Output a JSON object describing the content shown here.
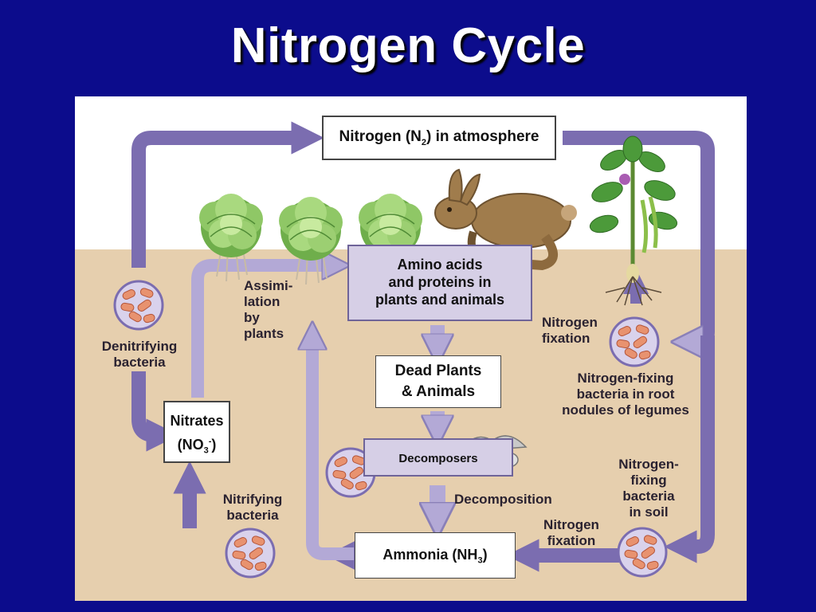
{
  "title": "Nitrogen Cycle",
  "nodes": {
    "atmosphere": {
      "pre": "Nitrogen (N",
      "sub": "2",
      "post": ") in atmosphere"
    },
    "amino": "Amino acids\nand proteins in\nplants and animals",
    "dead": "Dead Plants\n& Animals",
    "decomposers": "Decomposers",
    "ammonia": {
      "pre": "Ammonia (NH",
      "sub": "3",
      "post": ")"
    },
    "nitrates": {
      "line1": "Nitrates",
      "pre": "(NO",
      "sub": "3",
      "sup": "-",
      "post": ")"
    }
  },
  "labels": {
    "assimilation": "Assimi-\nlation\nby\nplants",
    "denitrifying": "Denitrifying\nbacteria",
    "nitrifying": "Nitrifying\nbacteria",
    "nitrogen_fixation_top": "Nitrogen\nfixation",
    "root_nodules": "Nitrogen-fixing\nbacteria in root\nnodules of legumes",
    "soil_bacteria": "Nitrogen-\nfixing\nbacteria\nin soil",
    "nitrogen_fixation_bottom": "Nitrogen\nfixation",
    "decomposition": "Decomposition"
  },
  "colors": {
    "background": "#0c0c8c",
    "soil": "#e6cfae",
    "arrow": "#7b6db0",
    "arrow_light": "#b3a9d6",
    "bacteria": "#e8926f"
  }
}
